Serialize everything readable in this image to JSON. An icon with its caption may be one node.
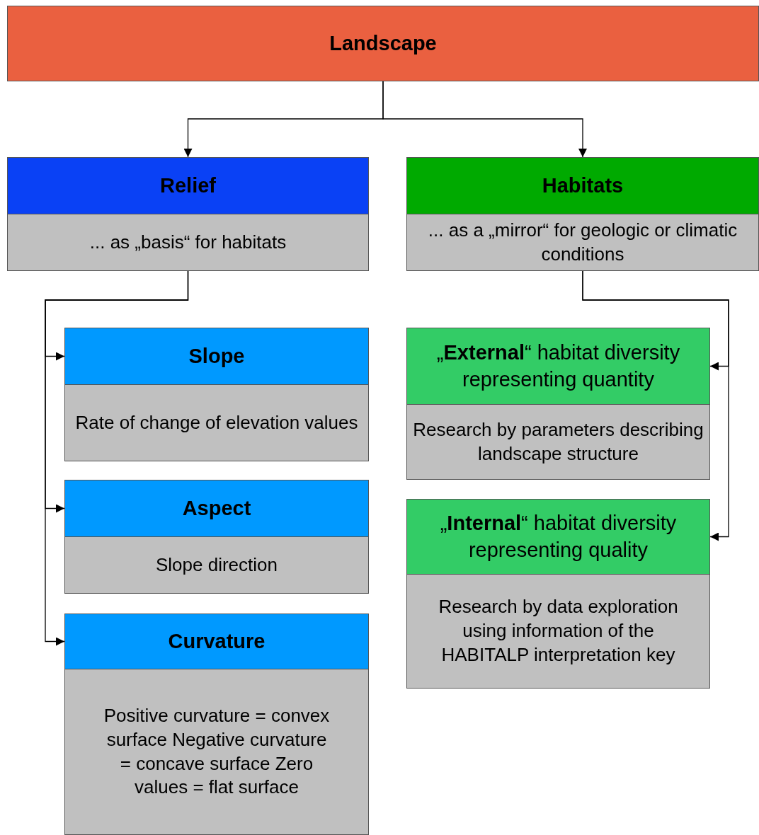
{
  "diagram": {
    "nodes": [
      {
        "text": [
          "Landscape"
        ]
      },
      {
        "text": [
          "Relief",
          "... as „basis“ for habitats"
        ]
      },
      {
        "text": [
          "Habitats",
          "... as a „mirror“ for geologic or climatic conditions"
        ]
      },
      {
        "text": [
          "Slope",
          "Rate of change of elevation values"
        ]
      },
      {
        "text": [
          "Aspect",
          "Slope direction"
        ]
      },
      {
        "text": [
          "Curvature",
          "Positive curvature = convex surface Negative curvature = concave surface Zero values = flat surface"
        ]
      },
      {
        "text": [
          "„**External**“ habitat diversity representing quantity",
          "Research by parameters describing landscape structure"
        ]
      },
      {
        "text": [
          "„**Internal**“ habitat diversity representing quality",
          "Research by data exploration using information of the HABITALP interpretation key"
        ]
      }
    ],
    "edges": [
      {
        "from": 0,
        "to": 1,
        "arrow": "to"
      },
      {
        "from": 0,
        "to": 2,
        "arrow": "to"
      },
      {
        "from": 1,
        "to": 3,
        "arrow": "to"
      },
      {
        "from": 1,
        "to": 4,
        "arrow": "to"
      },
      {
        "from": 1,
        "to": 5,
        "arrow": "to"
      },
      {
        "from": 2,
        "to": 6,
        "arrow": "to"
      },
      {
        "from": 2,
        "to": 7,
        "arrow": "to"
      }
    ]
  }
}
